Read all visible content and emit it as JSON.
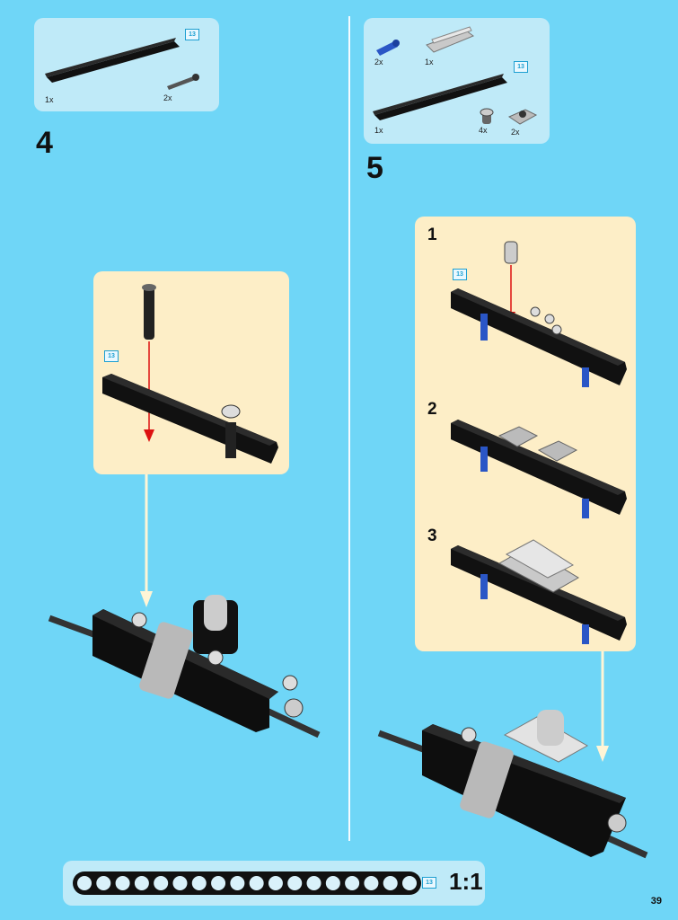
{
  "step4": {
    "number": "4",
    "parts": [
      {
        "qty": "1x",
        "name": "beam-13-icon"
      },
      {
        "qty": "2x",
        "name": "pin-long-icon"
      }
    ],
    "badge": "13",
    "sub_badge": "13"
  },
  "step5": {
    "number": "5",
    "parts": [
      {
        "qty": "2x",
        "name": "blue-axle-pin-icon"
      },
      {
        "qty": "1x",
        "name": "gear-rack-icon"
      },
      {
        "qty": "1x",
        "name": "beam-13-icon"
      },
      {
        "qty": "4x",
        "name": "half-pin-icon"
      },
      {
        "qty": "2x",
        "name": "plate-with-stud-icon"
      }
    ],
    "badge": "13",
    "substeps": [
      {
        "number": "1",
        "badge": "13"
      },
      {
        "number": "2"
      },
      {
        "number": "3"
      }
    ]
  },
  "scale": {
    "badge": "13",
    "label": "1:1"
  },
  "page_number": "39"
}
